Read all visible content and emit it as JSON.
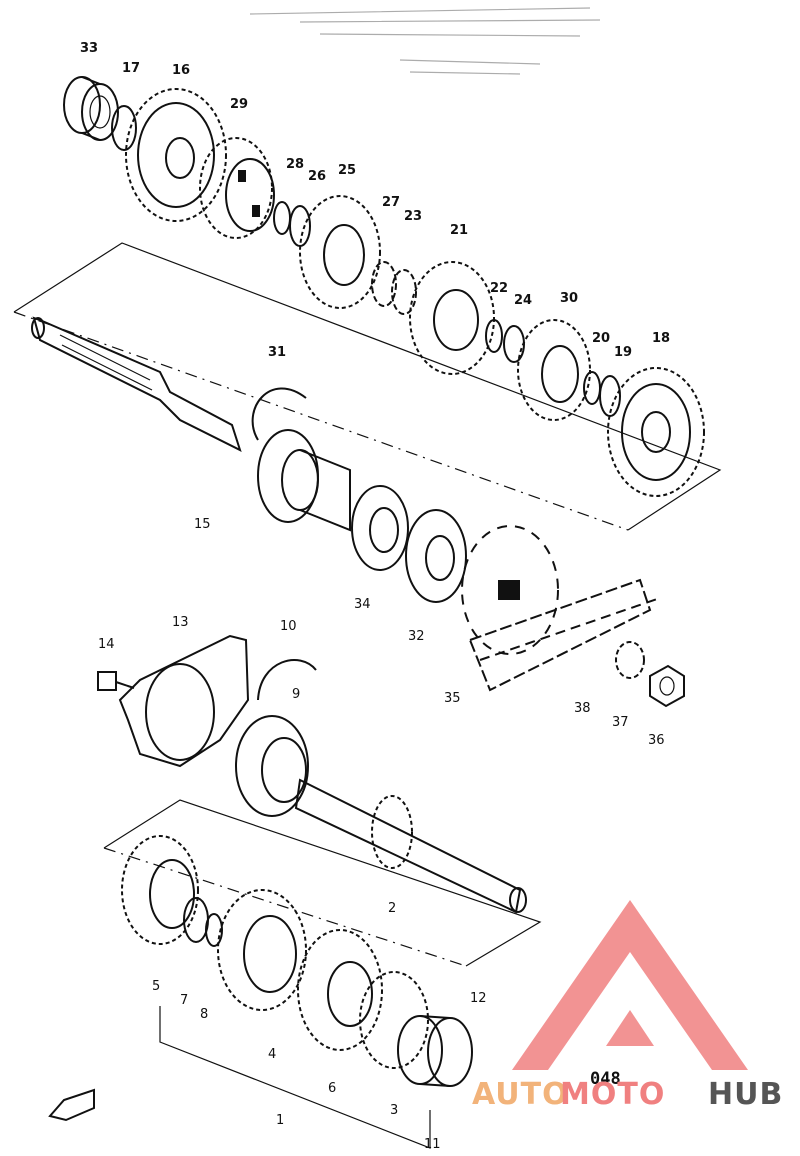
{
  "page_number": "048",
  "watermark": {
    "brand_part1": "AUTO",
    "brand_part2": "MOTO",
    "brand_part3": "HUB",
    "logo_color": "#f08080",
    "color_auto": "#f2b37a",
    "color_hub": "#555555"
  },
  "callouts": [
    {
      "id": "33",
      "text": "33"
    },
    {
      "id": "17",
      "text": "17"
    },
    {
      "id": "16",
      "text": "16"
    },
    {
      "id": "29",
      "text": "29"
    },
    {
      "id": "28",
      "text": "28"
    },
    {
      "id": "26",
      "text": "26"
    },
    {
      "id": "25",
      "text": "25"
    },
    {
      "id": "27",
      "text": "27"
    },
    {
      "id": "23",
      "text": "23"
    },
    {
      "id": "21",
      "text": "21"
    },
    {
      "id": "22",
      "text": "22"
    },
    {
      "id": "24",
      "text": "24"
    },
    {
      "id": "30",
      "text": "30"
    },
    {
      "id": "20",
      "text": "20"
    },
    {
      "id": "19",
      "text": "19"
    },
    {
      "id": "18",
      "text": "18"
    },
    {
      "id": "31",
      "text": "31"
    },
    {
      "id": "15",
      "text": "15"
    },
    {
      "id": "34",
      "text": "34"
    },
    {
      "id": "32",
      "text": "32"
    },
    {
      "id": "35",
      "text": "35"
    },
    {
      "id": "38",
      "text": "38"
    },
    {
      "id": "37",
      "text": "37"
    },
    {
      "id": "36",
      "text": "36"
    },
    {
      "id": "14",
      "text": "14"
    },
    {
      "id": "13",
      "text": "13"
    },
    {
      "id": "10",
      "text": "10"
    },
    {
      "id": "9",
      "text": "9"
    },
    {
      "id": "2",
      "text": "2"
    },
    {
      "id": "5",
      "text": "5"
    },
    {
      "id": "7",
      "text": "7"
    },
    {
      "id": "8",
      "text": "8"
    },
    {
      "id": "4",
      "text": "4"
    },
    {
      "id": "6",
      "text": "6"
    },
    {
      "id": "12",
      "text": "12"
    },
    {
      "id": "1",
      "text": "1"
    },
    {
      "id": "3",
      "text": "3"
    },
    {
      "id": "11",
      "text": "11"
    }
  ]
}
